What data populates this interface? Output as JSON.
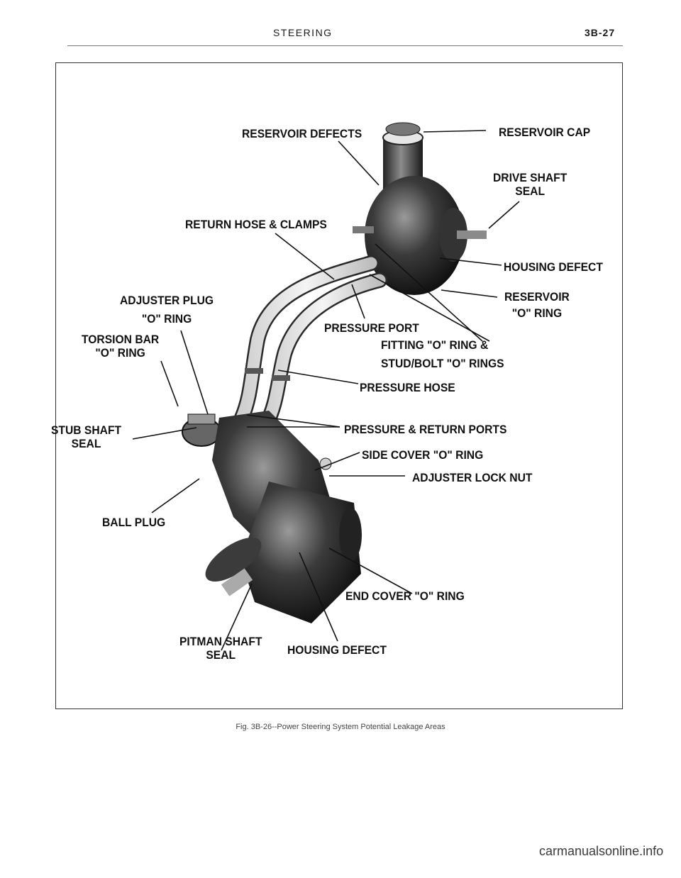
{
  "header": {
    "section": "STEERING",
    "page_number": "3B-27"
  },
  "figure": {
    "callouts": {
      "reservoir_defects": "RESERVOIR DEFECTS",
      "reservoir_cap": "RESERVOIR CAP",
      "drive_shaft_seal_1": "DRIVE SHAFT",
      "drive_shaft_seal_2": "SEAL",
      "return_hose": "RETURN HOSE & CLAMPS",
      "housing_defect_top": "HOUSING DEFECT",
      "adjuster_plug_1": "ADJUSTER PLUG",
      "adjuster_plug_2": "\"O\" RING",
      "reservoir_oring_1": "RESERVOIR",
      "reservoir_oring_2": "\"O\" RING",
      "pressure_port": "PRESSURE PORT",
      "torsion_bar_1": "TORSION BAR",
      "torsion_bar_2": "\"O\" RING",
      "fitting_1": "FITTING \"O\" RING &",
      "fitting_2": "STUD/BOLT \"O\" RINGS",
      "pressure_hose": "PRESSURE HOSE",
      "stub_shaft_1": "STUB SHAFT",
      "stub_shaft_2": "SEAL",
      "pressure_return_ports": "PRESSURE & RETURN PORTS",
      "side_cover": "SIDE COVER \"O\" RING",
      "adjuster_lock_nut": "ADJUSTER LOCK NUT",
      "ball_plug": "BALL PLUG",
      "end_cover": "END COVER \"O\" RING",
      "pitman_shaft_1": "PITMAN SHAFT",
      "pitman_shaft_2": "SEAL",
      "housing_defect_bottom": "HOUSING DEFECT"
    },
    "caption": "Fig. 3B-26--Power Steering System Potential Leakage Areas"
  },
  "footer": {
    "watermark": "carmanualsonline.info"
  }
}
